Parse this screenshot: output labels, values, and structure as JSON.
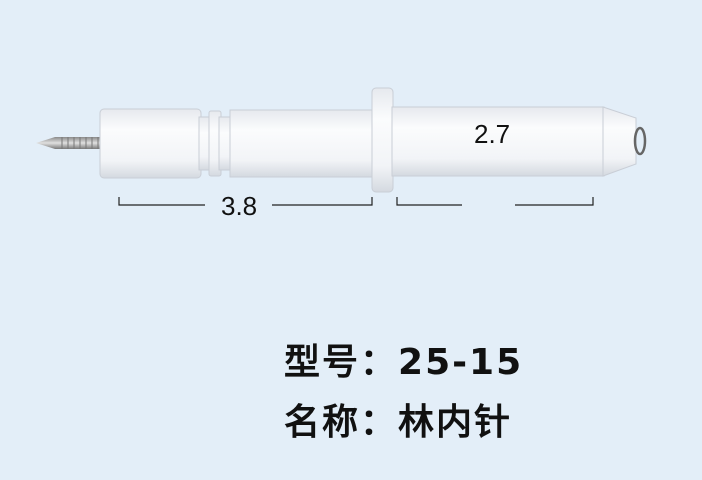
{
  "dimensions": {
    "left_length": "3.8",
    "right_length": "2.7"
  },
  "caption": {
    "model_label": "型号：",
    "model_value": "25-15",
    "name_label": "名称：",
    "name_value": "林内针"
  },
  "colors": {
    "background": "#e3eef8",
    "ceramic": "#f6f7f9",
    "pin": "#b8b8b8"
  }
}
